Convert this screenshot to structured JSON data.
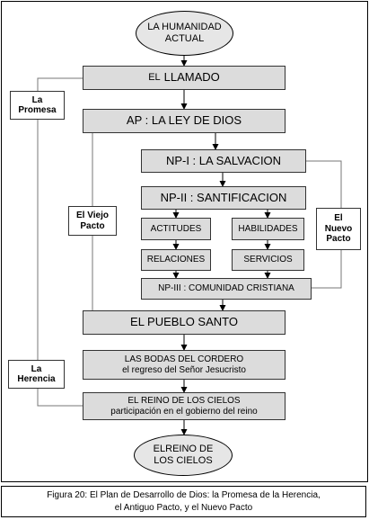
{
  "nodes": {
    "humanidad": [
      "LA HUMANIDAD",
      "ACTUAL"
    ],
    "llamado": {
      "prefix": "EL",
      "main": "LLAMADO"
    },
    "ley": "AP : LA LEY DE DIOS",
    "salvacion": "NP-I : LA SALVACION",
    "santificacion": "NP-II : SANTIFICACION",
    "actitudes": "ACTITUDES",
    "habilidades": "HABILIDADES",
    "relaciones": "RELACIONES",
    "servicios": "SERVICIOS",
    "comunidad": "NP-III : COMUNIDAD CRISTIANA",
    "pueblo": "EL PUEBLO SANTO",
    "bodas": [
      "LAS BODAS DEL CORDERO",
      "el regreso del Señor Jesucristo"
    ],
    "reino": [
      "EL REINO DE LOS CIELOS",
      "participación en el gobierno del reino"
    ],
    "final": [
      "ELREINO DE",
      "LOS CIELOS"
    ]
  },
  "side_labels": {
    "promesa": [
      "La",
      "Promesa"
    ],
    "viejo_pacto": [
      "El Viejo",
      "Pacto"
    ],
    "nuevo_pacto": [
      "El",
      "Nuevo",
      "Pacto"
    ],
    "herencia": [
      "La",
      "Herencia"
    ]
  },
  "caption": [
    "Figura 20: El Plan de Desarrollo de Dios: la Promesa de la Herencia,",
    "el Antiguo Pacto, y el Nuevo Pacto"
  ]
}
